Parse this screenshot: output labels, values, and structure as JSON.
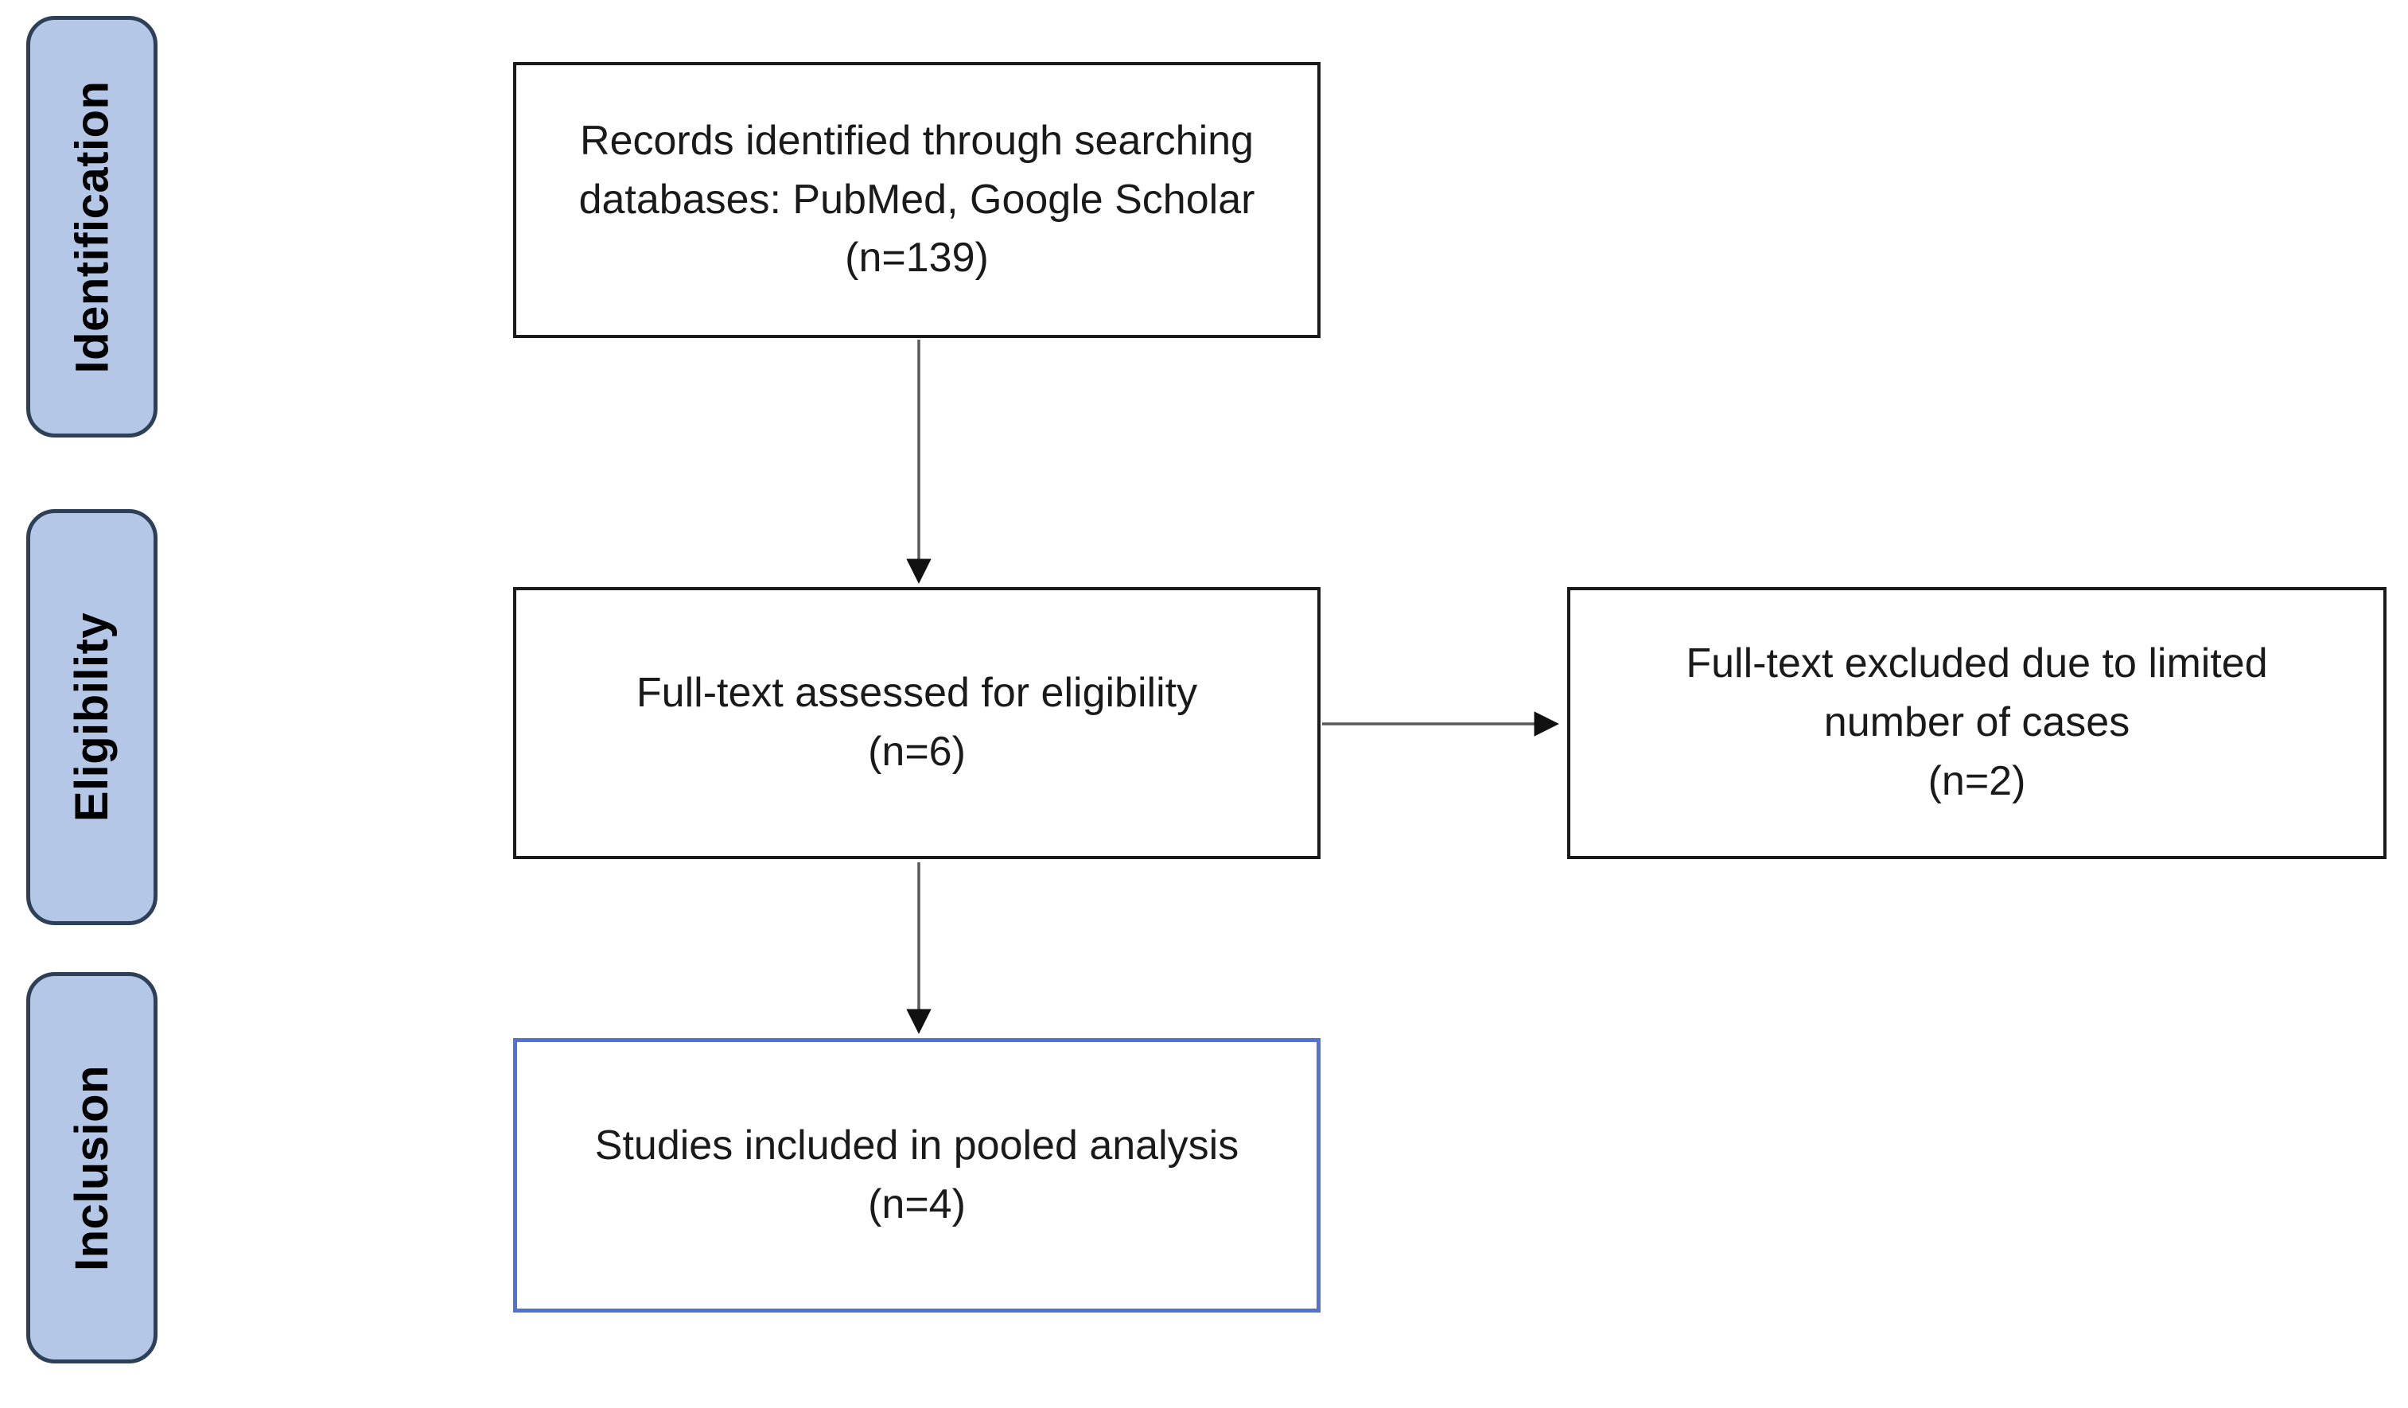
{
  "diagram": {
    "type": "prisma_flow_diagram",
    "stages": [
      {
        "id": "identification",
        "label": "Identification"
      },
      {
        "id": "eligibility",
        "label": "Eligibility"
      },
      {
        "id": "inclusion",
        "label": "Inclusion"
      }
    ],
    "boxes": {
      "records_identified": {
        "text": "Records identified through searching\ndatabases: PubMed, Google Scholar\n(n=139)",
        "n": 139
      },
      "fulltext_assessed": {
        "text": "Full-text assessed for eligibility\n(n=6)",
        "n": 6
      },
      "fulltext_excluded": {
        "text": "Full-text excluded due to limited\nnumber of cases\n(n=2)",
        "n": 2
      },
      "studies_included": {
        "text": "Studies included in pooled analysis\n(n=4)",
        "n": 4
      }
    },
    "arrows": [
      {
        "from": "records_identified",
        "to": "fulltext_assessed",
        "direction": "down"
      },
      {
        "from": "fulltext_assessed",
        "to": "fulltext_excluded",
        "direction": "right"
      },
      {
        "from": "fulltext_assessed",
        "to": "studies_included",
        "direction": "down"
      }
    ]
  },
  "colors": {
    "background": "#ffffff",
    "text": "#1a1a1a",
    "stage_fill": "#b4c7e7",
    "stage_border": "#2e4057",
    "box_border": "#1a1a1a",
    "included_box_border": "#5171d3",
    "arrow_line": "#595959",
    "arrowhead": "#111111"
  }
}
